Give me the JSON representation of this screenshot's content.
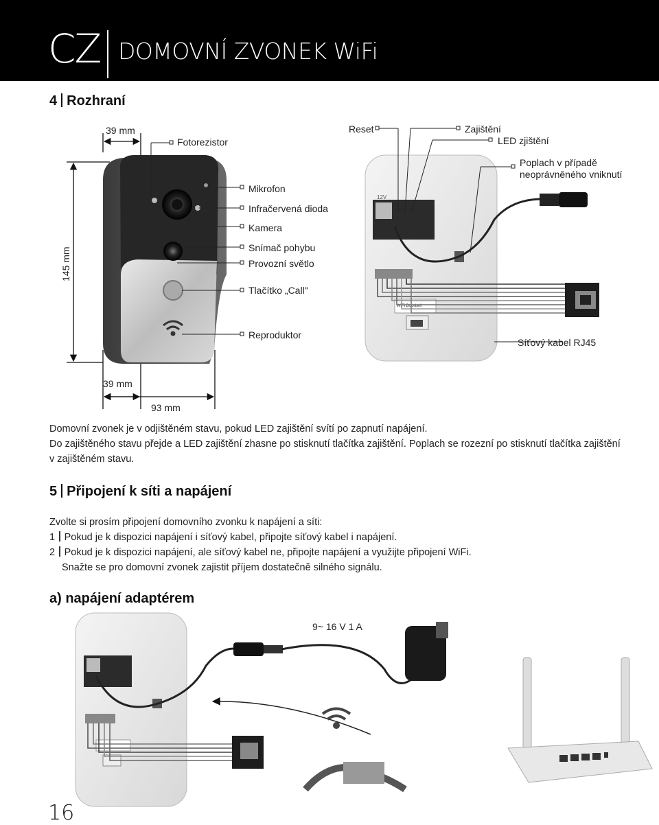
{
  "header": {
    "code": "CZ",
    "title": "DOMOVNÍ ZVONEK WiFi"
  },
  "section4": {
    "number": "4",
    "title": "Rozhraní",
    "labels": {
      "width_top": "39 mm",
      "photoresistor": "Fotorezistor",
      "reset": "Reset",
      "lock": "Zajištění",
      "led_lock": "LED zjištění",
      "alarm_line1": "Poplach v případě",
      "alarm_line2": "neoprávněného vniknutí",
      "microphone": "Mikrofon",
      "ir_diode": "Infračervená dioda",
      "camera": "Kamera",
      "motion_sensor": "Snímač pohybu",
      "operation_light": "Provozní světlo",
      "call_button": "Tlačítko „Call\"",
      "speaker": "Reproduktor",
      "network_cable": "Síťový kabel RJ45",
      "height": "145 mm",
      "depth": "39 mm",
      "width_bottom": "93 mm"
    },
    "description": [
      "Domovní zvonek je v odjištěném stavu, pokud LED zajištění svítí po zapnutí napájení.",
      "Do zajištěného stavu přejde a LED zajištění zhasne po stisknutí tlačítka zajištění. Poplach se rozezní po stisknutí tlačítka zajištění",
      "v zajištěném stavu."
    ]
  },
  "section5": {
    "number": "5",
    "title": "Připojení k síti a napájení",
    "intro": "Zvolte si prosím připojení domovního zvonku k napájení a síti:",
    "options": [
      {
        "num": "1",
        "text": "Pokud je k dispozici napájení i síťový kabel, připojte síťový kabel i napájení."
      },
      {
        "num": "2",
        "text": "Pokud je k dispozici napájení, ale síťový kabel ne, připojte napájení a využijte připojení WiFi."
      }
    ],
    "note": "Snažte se pro domovní zvonek zajistit příjem dostatečně silného signálu."
  },
  "subsection_a": {
    "title": "a) napájení adaptérem",
    "adapter_spec": "9~ 16 V 1 A"
  },
  "device_print": {
    "voltage": "12V",
    "label_text": "WiFi Doorbell"
  },
  "page_number": "16"
}
